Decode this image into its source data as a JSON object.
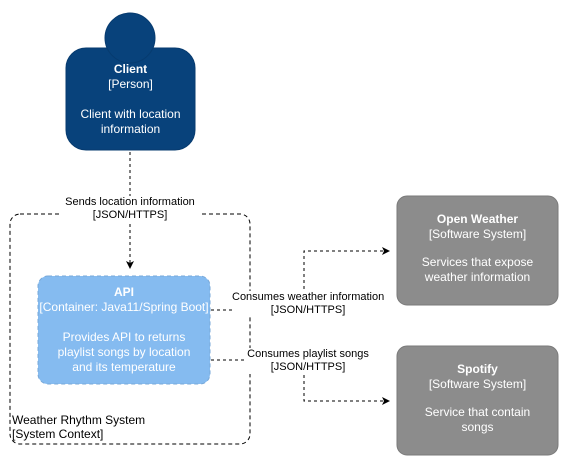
{
  "colors": {
    "person_fill": "#08427B",
    "container_fill": "#85BBF0",
    "container_stroke": "#78A8D8",
    "system_fill": "#8C8C8C",
    "system_stroke": "#7A7A7A",
    "line": "#000000"
  },
  "client": {
    "name": "Client",
    "type": "[Person]",
    "desc_line1": "Client with location",
    "desc_line2": "information"
  },
  "api": {
    "name": "API",
    "type": "[Container: Java11/Spring Boot]",
    "desc_line1": "Provides API to returns",
    "desc_line2": "playlist songs by location",
    "desc_line3": "and its temperature"
  },
  "open_weather": {
    "name": "Open Weather",
    "type": "[Software System]",
    "desc_line1": "Services that expose",
    "desc_line2": "weather information"
  },
  "spotify": {
    "name": "Spotify",
    "type": "[Software System]",
    "desc_line1": "Service that contain",
    "desc_line2": "songs"
  },
  "boundary": {
    "name": "Weather Rhythm System",
    "type": "[System Context]"
  },
  "edges": {
    "client_api": {
      "label": "Sends location information",
      "tech": "[JSON/HTTPS]"
    },
    "api_weather": {
      "label": "Consumes weather information",
      "tech": "[JSON/HTTPS]"
    },
    "api_spotify": {
      "label": "Consumes playlist songs",
      "tech": "[JSON/HTTPS]"
    }
  }
}
